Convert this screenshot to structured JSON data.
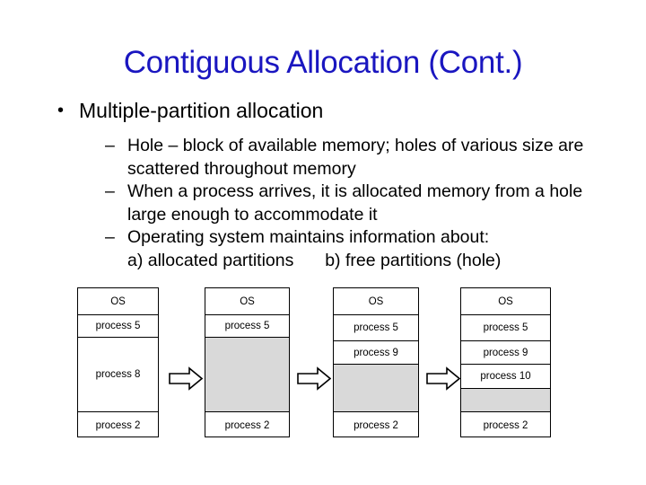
{
  "slide": {
    "title": "Contiguous Allocation (Cont.)",
    "title_color": "#1a16c0",
    "background_color": "#ffffff",
    "text_color": "#000000"
  },
  "content": {
    "bullet_marker_level1": "•",
    "bullet_marker_level2": "–",
    "level1": "Multiple-partition allocation",
    "level2": [
      "Hole – block of available memory; holes of various size are scattered throughout memory",
      "When a process arrives, it is allocated memory from a hole large enough to accommodate it",
      "Operating system maintains information about:"
    ],
    "sub_items": {
      "a": "a) allocated partitions",
      "b": "b) free partitions (hole)"
    }
  },
  "diagram": {
    "hole_color": "#d9d9d9",
    "border_color": "#000000",
    "arrow_icon_name": "right-block-arrow-icon",
    "columns": [
      {
        "name": "memory-state-1",
        "blocks": [
          {
            "label": "OS",
            "type": "allocated",
            "height": 30
          },
          {
            "label": "process 5",
            "type": "allocated",
            "height": 25
          },
          {
            "label": "process 8",
            "type": "allocated",
            "height": 83
          },
          {
            "label": "process 2",
            "type": "allocated",
            "height": 29
          }
        ]
      },
      {
        "name": "memory-state-2",
        "blocks": [
          {
            "label": "OS",
            "type": "allocated",
            "height": 30
          },
          {
            "label": "process 5",
            "type": "allocated",
            "height": 25
          },
          {
            "label": "",
            "type": "hole",
            "height": 83
          },
          {
            "label": "process 2",
            "type": "allocated",
            "height": 29
          }
        ]
      },
      {
        "name": "memory-state-3",
        "blocks": [
          {
            "label": "OS",
            "type": "allocated",
            "height": 30
          },
          {
            "label": "process 5",
            "type": "allocated",
            "height": 29
          },
          {
            "label": "process 9",
            "type": "allocated",
            "height": 26
          },
          {
            "label": "",
            "type": "hole",
            "height": 53
          },
          {
            "label": "process 2",
            "type": "allocated",
            "height": 29
          }
        ]
      },
      {
        "name": "memory-state-4",
        "blocks": [
          {
            "label": "OS",
            "type": "allocated",
            "height": 30
          },
          {
            "label": "process 5",
            "type": "allocated",
            "height": 29
          },
          {
            "label": "process 9",
            "type": "allocated",
            "height": 26
          },
          {
            "label": "process 10",
            "type": "allocated",
            "height": 27
          },
          {
            "label": "",
            "type": "hole",
            "height": 26
          },
          {
            "label": "process 2",
            "type": "allocated",
            "height": 29
          }
        ]
      }
    ]
  }
}
